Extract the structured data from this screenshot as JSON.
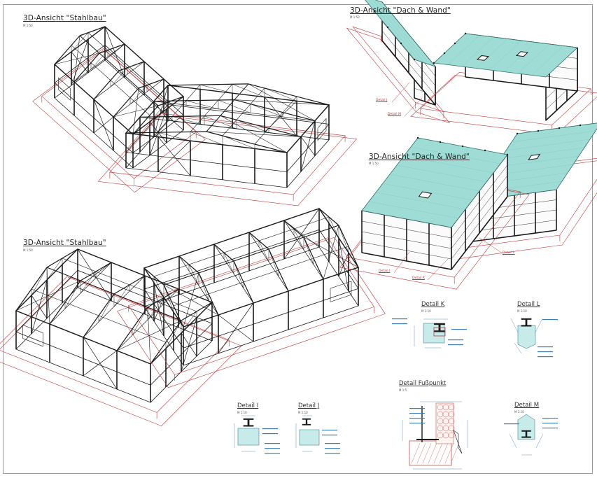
{
  "views": [
    {
      "title": "3D-Ansicht \"Stahlbau\"",
      "scale": "M 1:50"
    },
    {
      "title": "3D-Ansicht \"Dach & Wand\"",
      "scale": "M 1:50"
    },
    {
      "title": "3D-Ansicht \"Dach & Wand\"",
      "scale": "M 1:50"
    },
    {
      "title": "3D-Ansicht \"Stahlbau\"",
      "scale": "M 1:50"
    }
  ],
  "details": [
    {
      "title": "Detail K",
      "scale": "M 1:10"
    },
    {
      "title": "Detail L",
      "scale": "M 1:10"
    },
    {
      "title": "Detail Fußpunkt",
      "scale": "M 1:5"
    },
    {
      "title": "Detail I",
      "scale": "M 1:10"
    },
    {
      "title": "Detail J",
      "scale": "M 1:10"
    },
    {
      "title": "Detail M",
      "scale": "M 1:10"
    }
  ],
  "callouts": {
    "view2": [
      "Detail J",
      "Detail M"
    ],
    "view3": [
      "Detail I",
      "Detail K",
      "Detail L"
    ]
  },
  "colors": {
    "steel": "#1a1a1a",
    "roof": "#9fdcd6",
    "foundation": "#c0393b",
    "insulation": "#c6ebe8",
    "dimension": "#3d7fb5"
  }
}
